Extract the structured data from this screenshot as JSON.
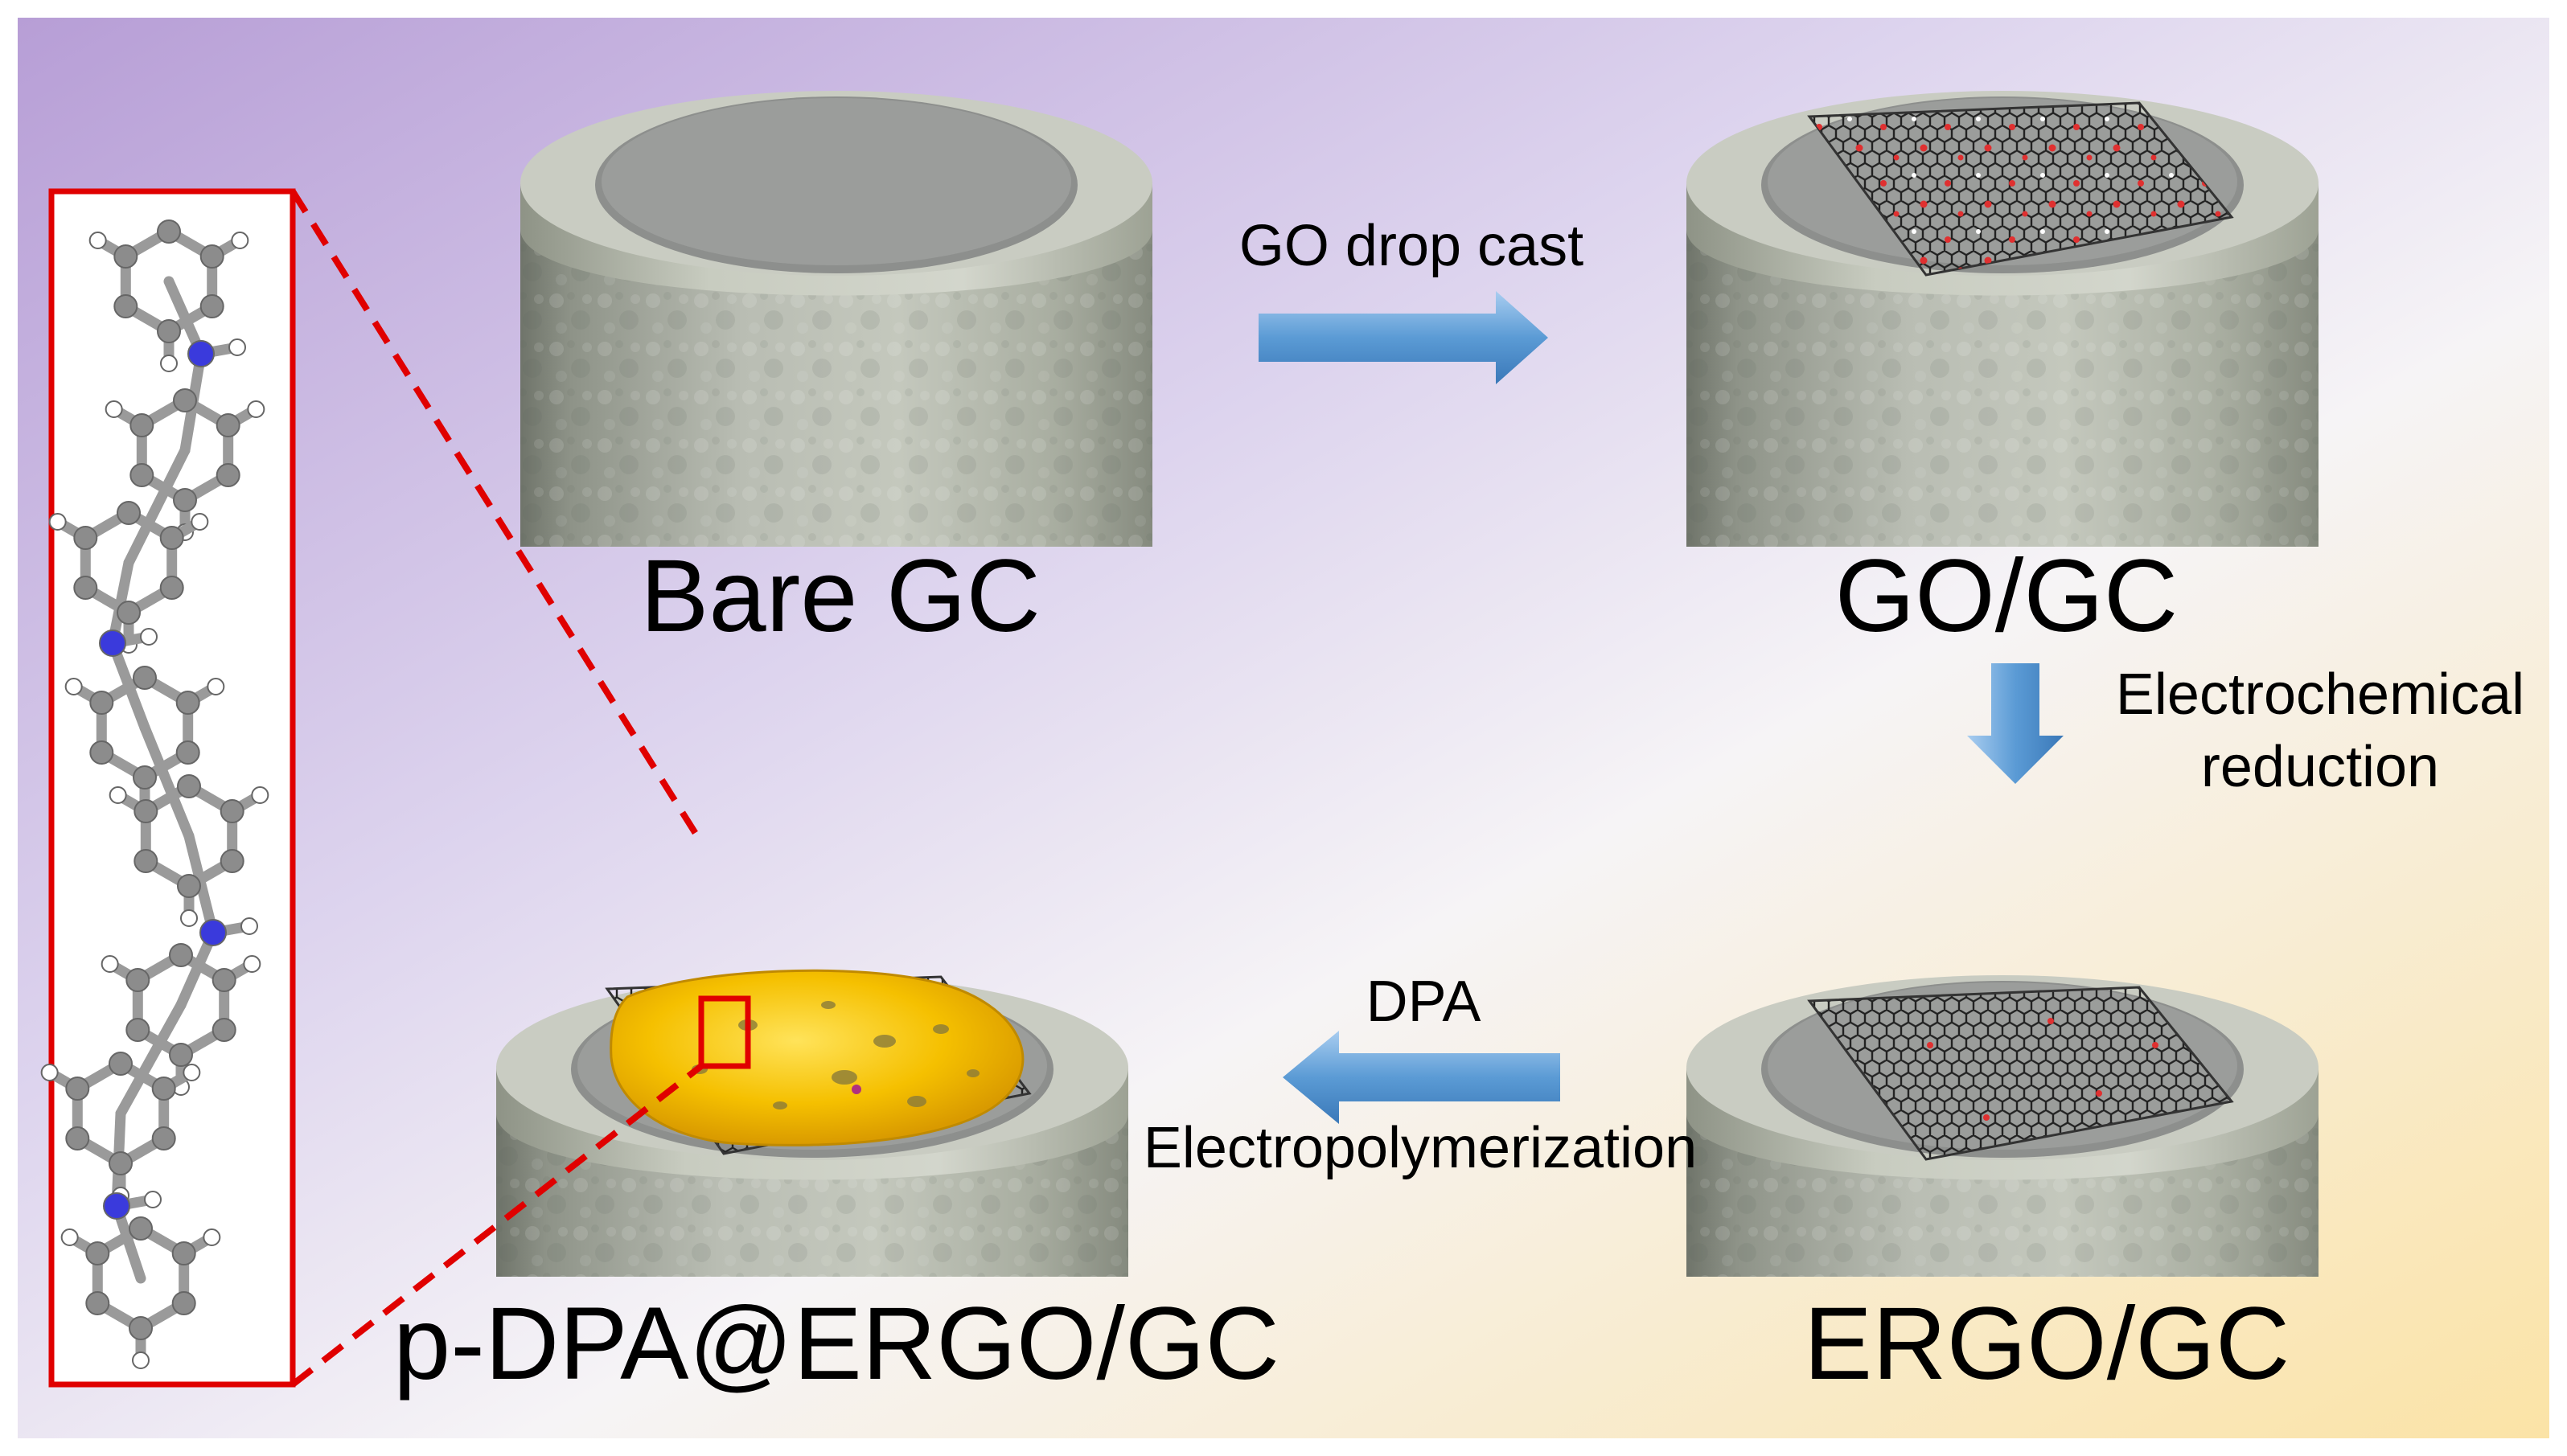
{
  "labels": {
    "bare": "Bare GC",
    "go": "GO/GC",
    "ergo": "ERGO/GC",
    "pdpa": "p-DPA@ERGO/GC"
  },
  "steps": {
    "drop_cast": "GO drop cast",
    "reduction_line1": "Electrochemical",
    "reduction_line2": "reduction",
    "dpa": "DPA",
    "electropolymerization": "Electropolymerization"
  },
  "colors": {
    "arrow": "#5b9bd5",
    "highlight": "#e00000",
    "nitrogen": "#3a3adc",
    "coating": "#f5c000"
  }
}
